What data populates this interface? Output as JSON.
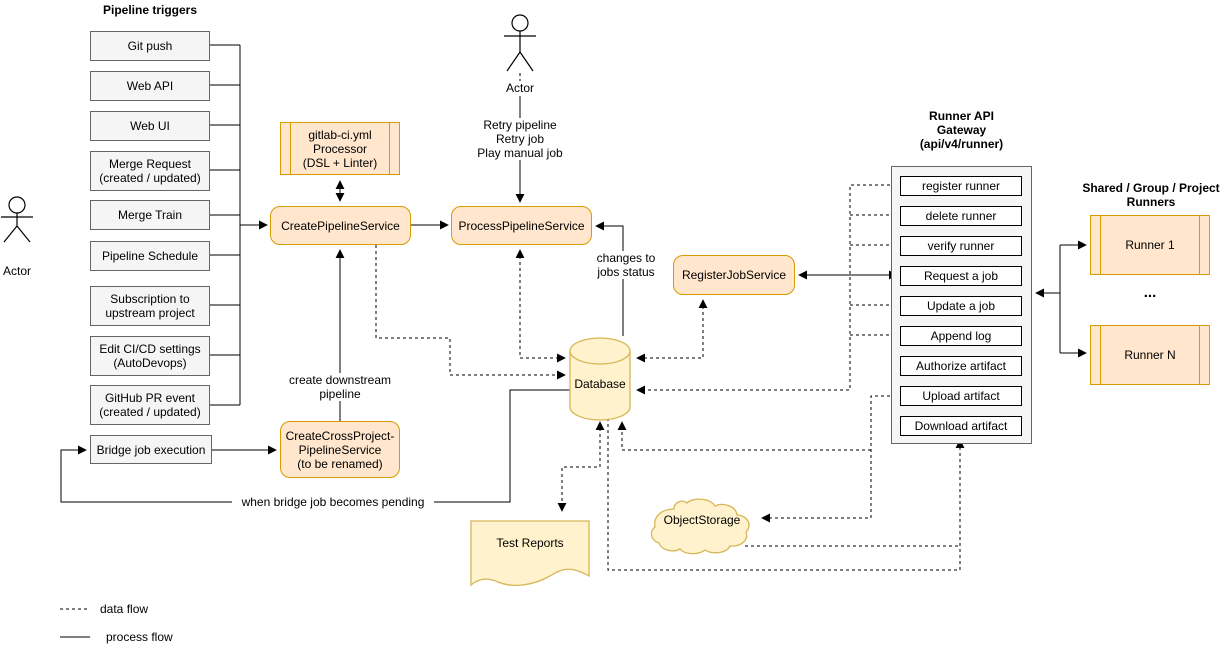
{
  "triggers": {
    "title": "Pipeline triggers",
    "items": [
      "Git push",
      "Web API",
      "Web UI",
      "Merge Request\n(created / updated)",
      "Merge Train",
      "Pipeline Schedule",
      "Subscription to\nupstream project",
      "Edit CI/CD settings\n(AutoDevops)",
      "GitHub PR event\n(created / updated)",
      "Bridge job execution"
    ]
  },
  "actors": {
    "left": "Actor",
    "top": "Actor"
  },
  "services": {
    "processor": "gitlab-ci.yml\nProcessor\n(DSL + Linter)",
    "create_pipeline": "CreatePipelineService",
    "process_pipeline": "ProcessPipelineService",
    "register_job": "RegisterJobService",
    "create_cross_project": "CreateCrossProject-\nPipelineService\n(to be renamed)"
  },
  "datastores": {
    "database": "Database",
    "test_reports": "Test Reports",
    "object_storage": "ObjectStorage"
  },
  "gateway": {
    "title": "Runner API\nGateway\n(api/v4/runner)",
    "endpoints": [
      "register runner",
      "delete runner",
      "verify runner",
      "Request a job",
      "Update a job",
      "Append log",
      "Authorize artifact",
      "Upload artifact",
      "Download artifact"
    ]
  },
  "runners": {
    "title": "Shared / Group / Project\nRunners",
    "ellipsis": "...",
    "items": [
      "Runner 1",
      "Runner N"
    ]
  },
  "annotations": {
    "retry": "Retry pipeline\nRetry job\nPlay manual job",
    "changes": "changes to\njobs status",
    "create_downstream": "create downstream\npipeline",
    "when_bridge": "when bridge job becomes pending"
  },
  "legend": {
    "data_flow": "data flow",
    "process_flow": "process flow"
  },
  "colors": {
    "service_fill": "#ffe6cc",
    "service_stroke": "#d79b00",
    "datastore_fill": "#fff2cc",
    "datastore_stroke": "#d6b656",
    "trigger_fill": "#f5f5f5",
    "trigger_stroke": "#666666",
    "line": "#000000"
  }
}
